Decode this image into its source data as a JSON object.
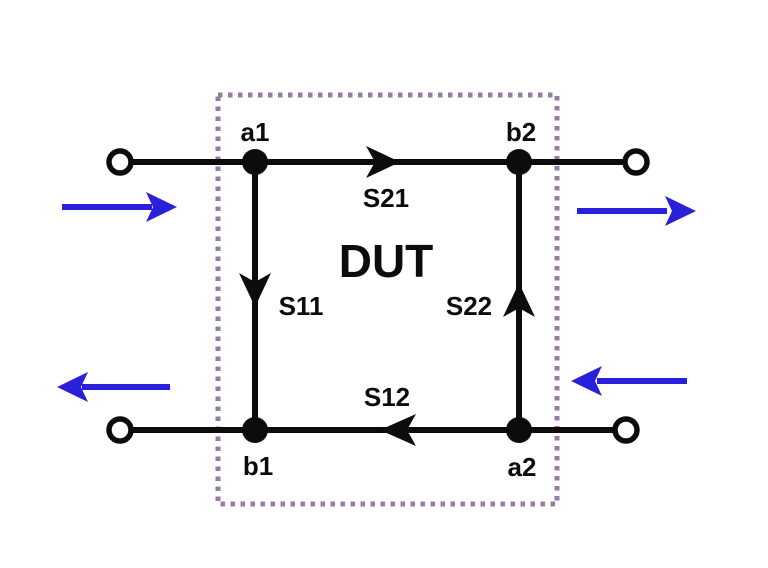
{
  "colors": {
    "ink": "#0c0c0c",
    "wave_blue": "#2a20dc",
    "boundary_purple": "#977ba4",
    "canvas_bg": "#ffffff"
  },
  "diagram": {
    "device_label": "DUT",
    "ports": {
      "a1": "a1",
      "b2": "b2",
      "b1": "b1",
      "a2": "a2"
    },
    "s_parameters": {
      "s21": "S21",
      "s11": "S11",
      "s22": "S22",
      "s12": "S12"
    }
  }
}
